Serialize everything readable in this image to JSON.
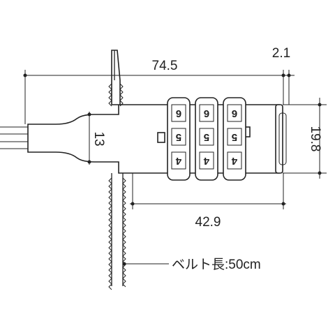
{
  "dimensions": {
    "overall_length": "74.5",
    "end_cap": "2.1",
    "height": "19.8",
    "neck_height": "13",
    "dial_span": "42.9"
  },
  "belt_note": "ベルト長:50cm",
  "dial_digits": {
    "top_row": [
      "6",
      "6",
      "6"
    ],
    "middle_row": [
      "5",
      "5",
      "5"
    ],
    "bottom_row": [
      "4",
      "4",
      "4"
    ]
  }
}
